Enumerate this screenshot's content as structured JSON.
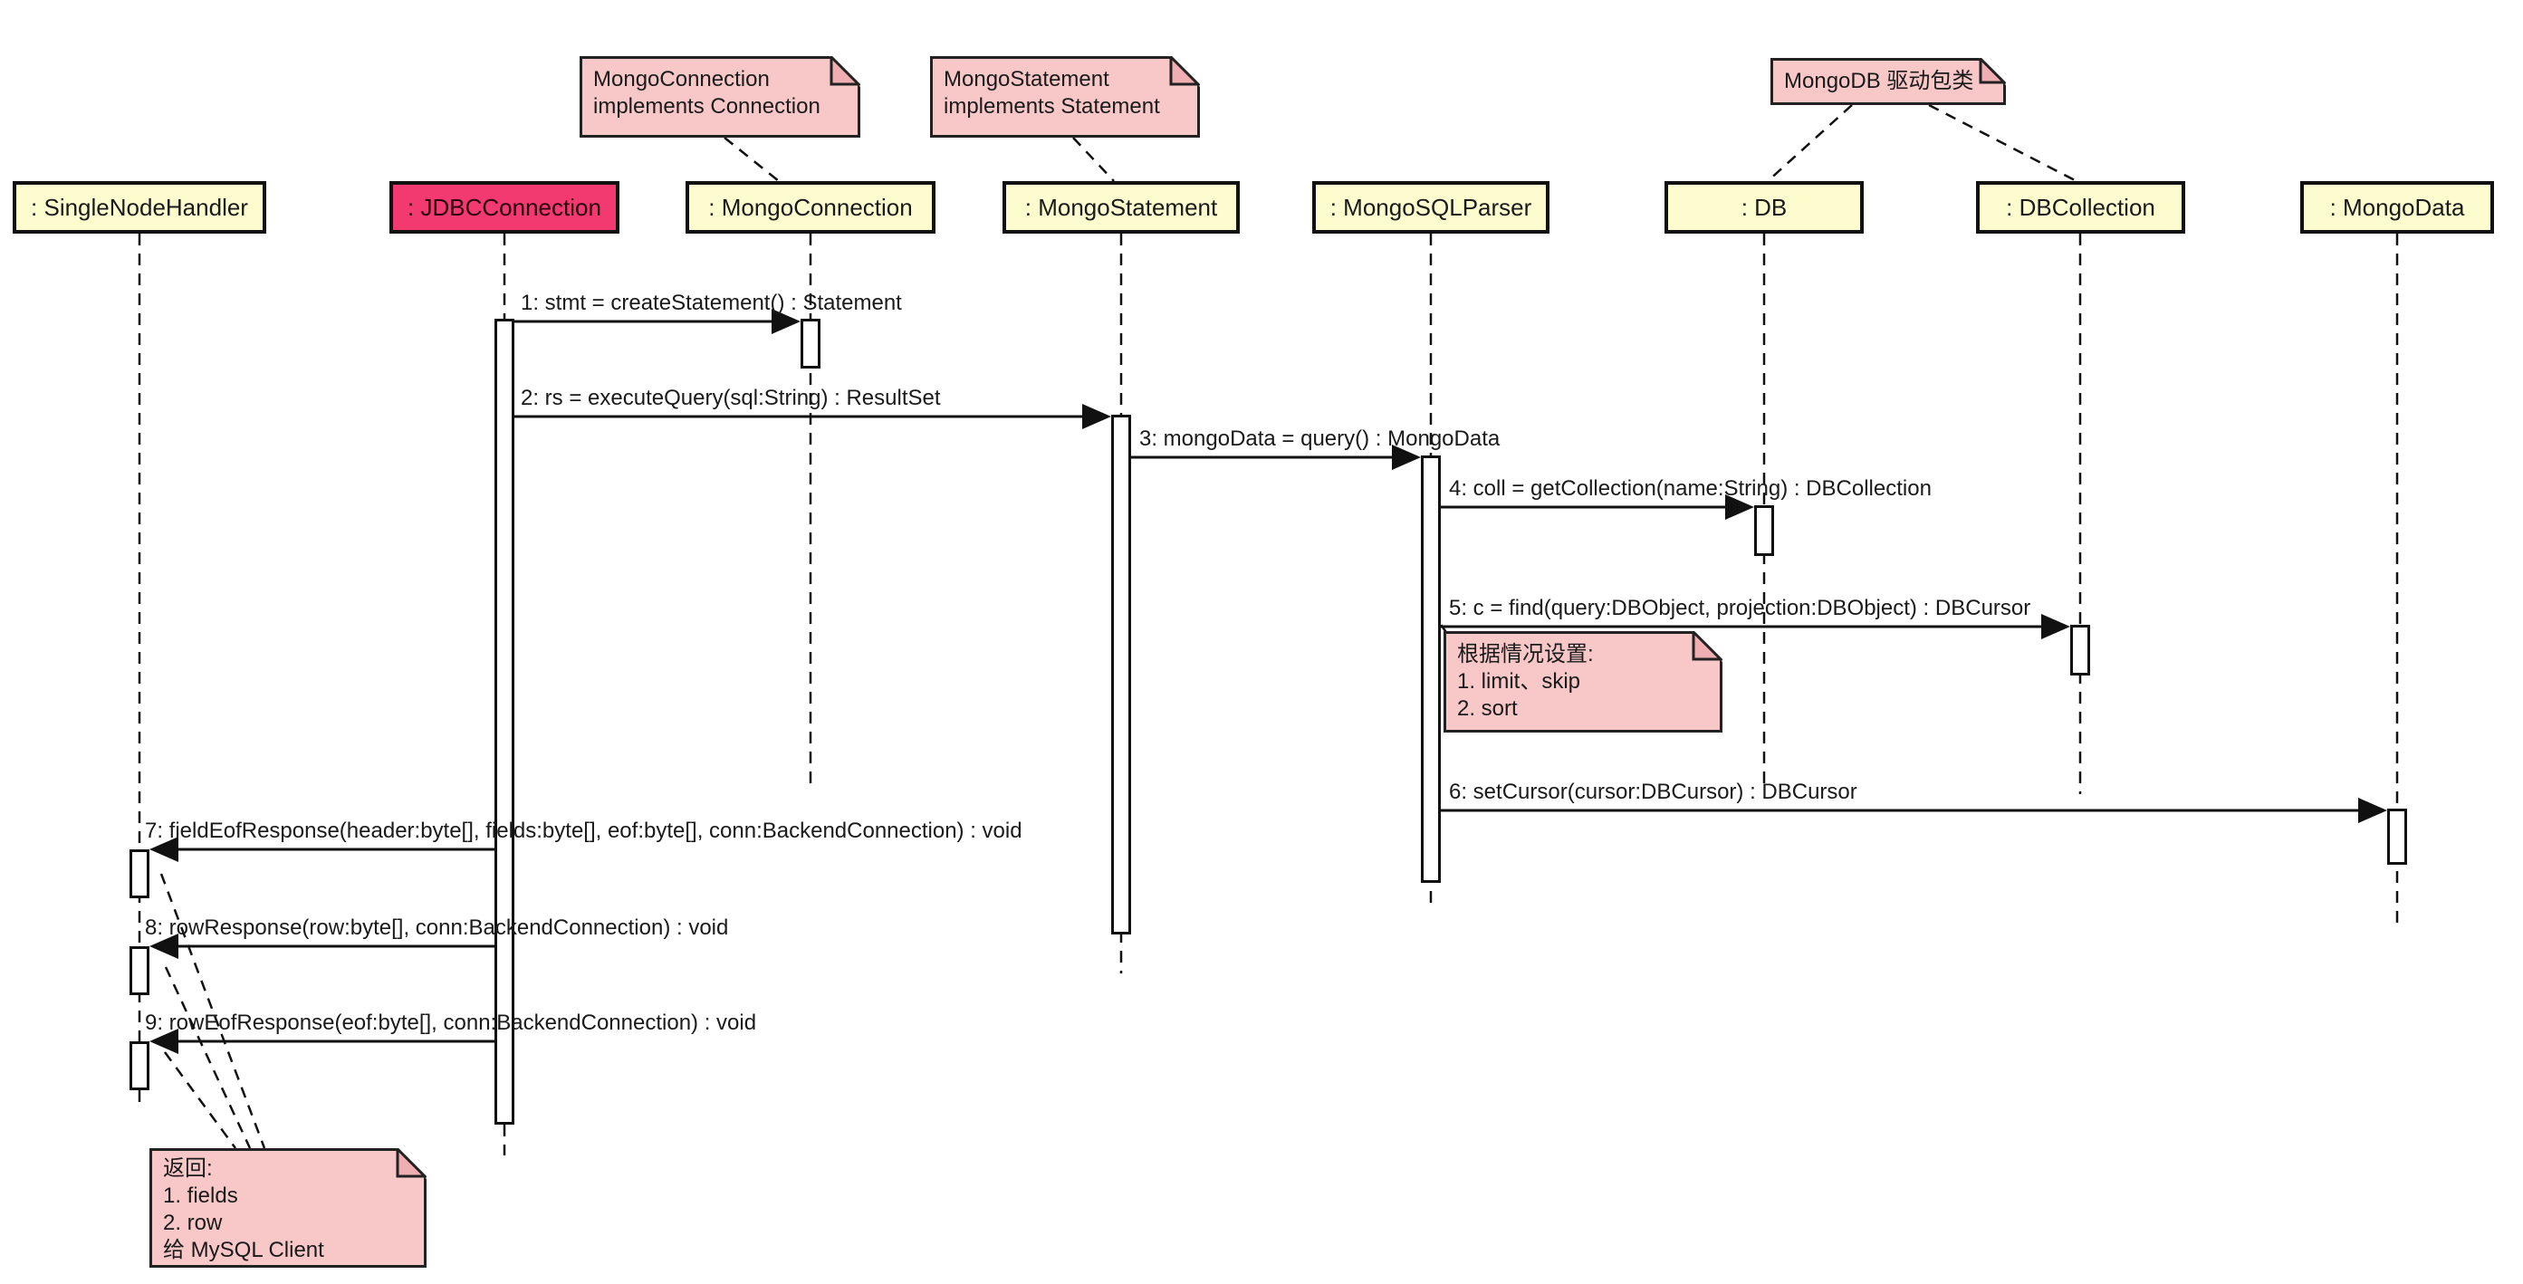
{
  "diagram": {
    "type": "uml-sequence-diagram",
    "colors": {
      "participant_fill": "#fdfcce",
      "participant_highlight_fill": "#f23a70",
      "note_fill": "#f8c8c9",
      "border": "#111111",
      "line": "#111111",
      "text": "#1a1a1a",
      "background": "#ffffff"
    }
  },
  "participants": [
    {
      "label": ": SingleNodeHandler",
      "highlight": false
    },
    {
      "label": ": JDBCConnection",
      "highlight": true
    },
    {
      "label": ": MongoConnection",
      "highlight": false
    },
    {
      "label": ": MongoStatement",
      "highlight": false
    },
    {
      "label": ": MongoSQLParser",
      "highlight": false
    },
    {
      "label": ": DB",
      "highlight": false
    },
    {
      "label": ": DBCollection",
      "highlight": false
    },
    {
      "label": ": MongoData",
      "highlight": false
    }
  ],
  "messages": [
    {
      "label": "1: stmt = createStatement() : Statement",
      "from": ": JDBCConnection",
      "to": ": MongoConnection"
    },
    {
      "label": "2: rs = executeQuery(sql:String) : ResultSet",
      "from": ": JDBCConnection",
      "to": ": MongoStatement"
    },
    {
      "label": "3: mongoData = query() : MongoData",
      "from": ": MongoStatement",
      "to": ": MongoSQLParser"
    },
    {
      "label": "4: coll = getCollection(name:String) : DBCollection",
      "from": ": MongoSQLParser",
      "to": ": DB"
    },
    {
      "label": "5: c = find(query:DBObject, projection:DBObject) : DBCursor",
      "from": ": MongoSQLParser",
      "to": ": DBCollection"
    },
    {
      "label": "6: setCursor(cursor:DBCursor) : DBCursor",
      "from": ": MongoSQLParser",
      "to": ": MongoData"
    },
    {
      "label": "7: fieldEofResponse(header:byte[], fields:byte[], eof:byte[], conn:BackendConnection) : void",
      "from": ": JDBCConnection",
      "to": ": SingleNodeHandler"
    },
    {
      "label": "8: rowResponse(row:byte[], conn:BackendConnection) : void",
      "from": ": JDBCConnection",
      "to": ": SingleNodeHandler"
    },
    {
      "label": "9: rowEofResponse(eof:byte[], conn:BackendConnection) : void",
      "from": ": JDBCConnection",
      "to": ": SingleNodeHandler"
    }
  ],
  "notes": [
    {
      "lines": [
        "MongoConnection",
        "implements Connection"
      ]
    },
    {
      "lines": [
        "MongoStatement",
        "implements Statement"
      ]
    },
    {
      "lines": [
        "MongoDB 驱动包类"
      ]
    },
    {
      "lines": [
        "根据情况设置:",
        "1. limit、skip",
        "2. sort"
      ]
    },
    {
      "lines": [
        "返回:",
        "1. fields",
        "2. row",
        "给 MySQL Client"
      ]
    }
  ]
}
